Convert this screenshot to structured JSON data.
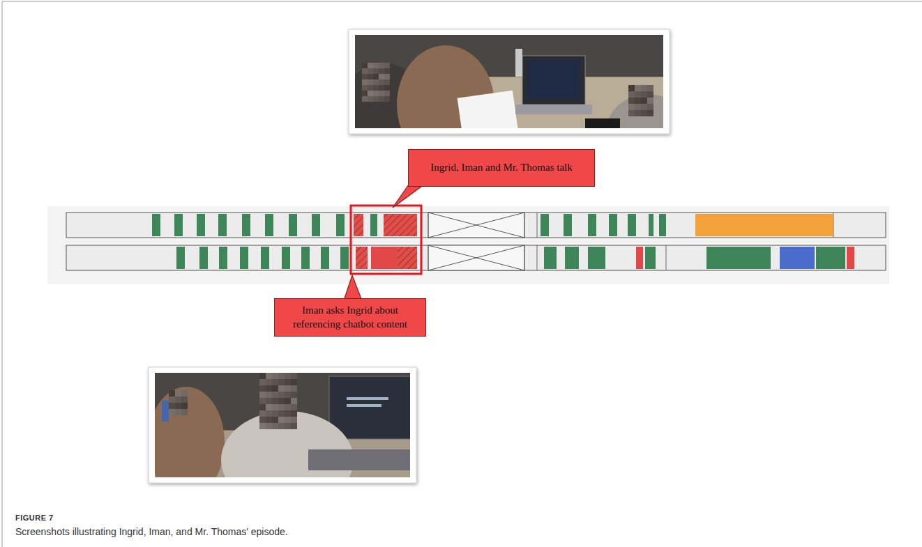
{
  "diagram": {
    "caption": "Screenshots illustrating Ingrid, Iman, and Mr. Thomas' episode.",
    "nodes": [
      {
        "text": [
          "Ingrid, Iman and Mr. Thomas talk"
        ]
      },
      {
        "text": [
          "Iman asks Ingrid about referencing chatbot content"
        ]
      }
    ],
    "labels": [
      "FIGURE 7"
    ]
  }
}
